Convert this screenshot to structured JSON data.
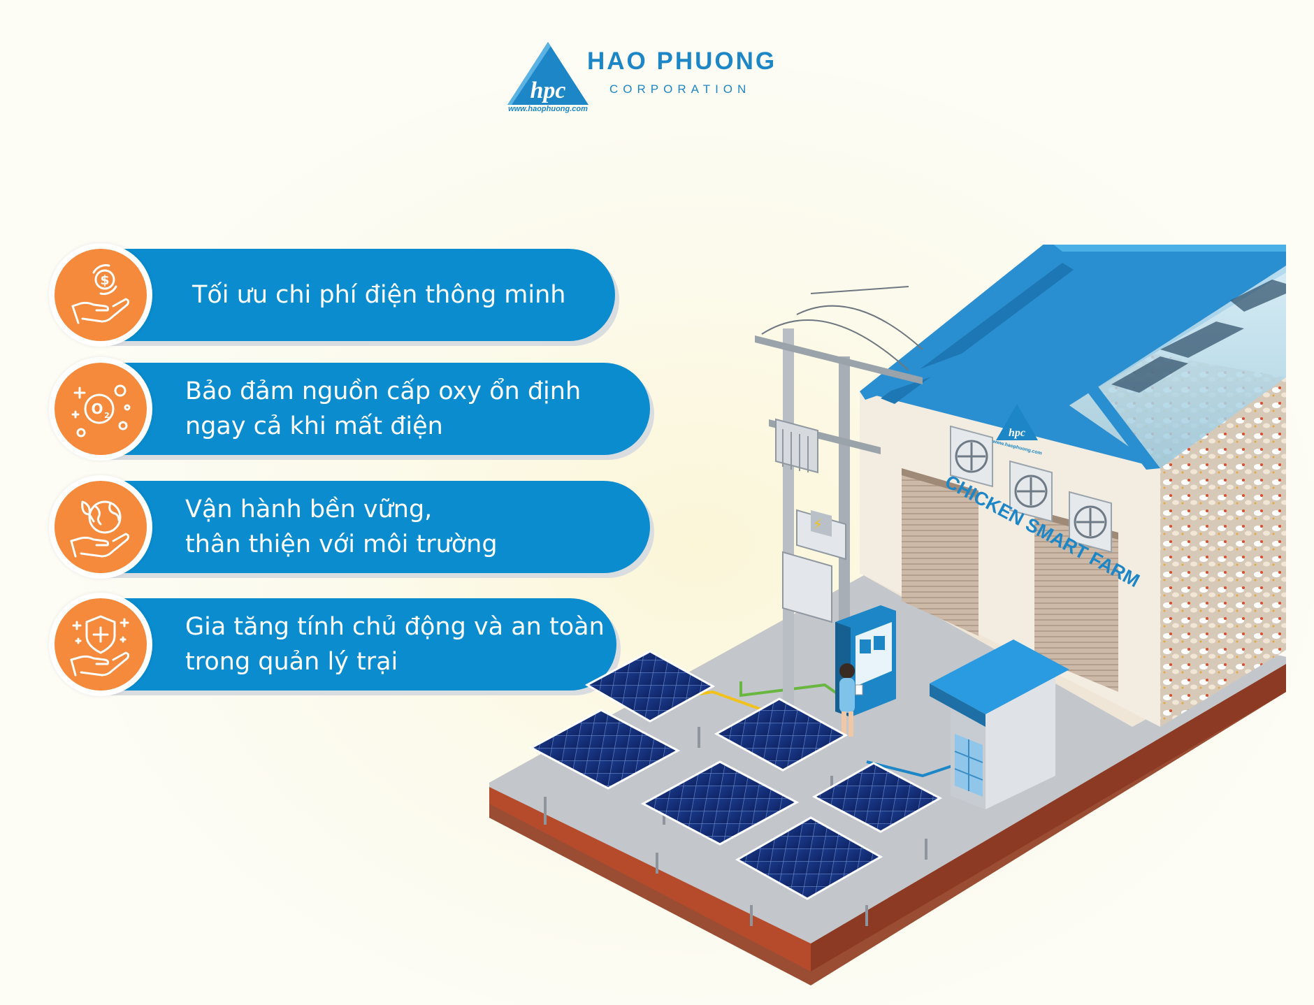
{
  "header": {
    "brand": "HAO PHUONG",
    "subtitle": "CORPORATION",
    "logo_mark": "hpc",
    "website": "www.haophuong.com"
  },
  "features": [
    {
      "icon": "hand-dollar-icon",
      "lines": [
        "Tối ưu chi phí điện thông minh"
      ]
    },
    {
      "icon": "oxygen-icon",
      "lines": [
        "Bảo đảm nguồn cấp oxy ổn định",
        "ngay cả khi mất điện"
      ]
    },
    {
      "icon": "hand-globe-leaf-icon",
      "lines": [
        "Vận hành bền vững,",
        "thân thiện với môi trường"
      ]
    },
    {
      "icon": "hand-shield-cross-icon",
      "lines": [
        "Gia tăng tính chủ động và an toàn",
        "trong quản lý trại"
      ]
    }
  ],
  "illustration": {
    "farm_sign": "CHICKEN SMART FARM",
    "roof_logo": "hpc",
    "roof_website": "www.haophuong.com"
  },
  "colors": {
    "primary_blue": "#0a8ccf",
    "brand_blue": "#1d86c6",
    "icon_orange": "#f58a3c",
    "background": "#fcfaeb"
  }
}
